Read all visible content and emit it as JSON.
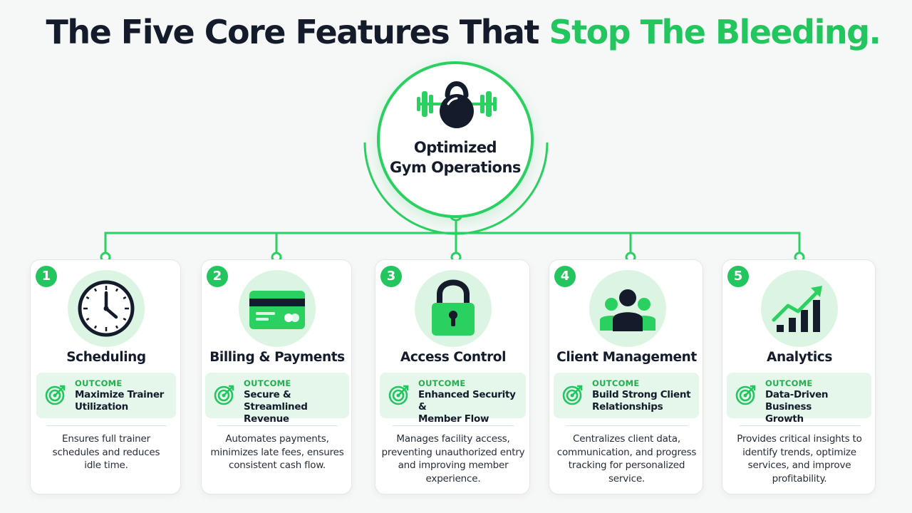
{
  "title": {
    "part1": "The Five Core Features That ",
    "part2": "Stop The Bleeding."
  },
  "hub": {
    "line1": "Optimized",
    "line2": "Gym Operations",
    "icon": "kettlebell-dumbbell-icon"
  },
  "colors": {
    "accent": "#22c55e",
    "dark": "#141b2b",
    "soft": "#dcf5e3"
  },
  "features": [
    {
      "number": "1",
      "title": "Scheduling",
      "icon": "clock-icon",
      "outcome_label": "OUTCOME",
      "outcome_line1": "Maximize Trainer",
      "outcome_line2": "Utilization",
      "desc_line1": "Ensures full trainer",
      "desc_line2": "schedules and reduces",
      "desc_line3": "idle time.",
      "desc_line4": ""
    },
    {
      "number": "2",
      "title": "Billing & Payments",
      "icon": "credit-card-icon",
      "outcome_label": "OUTCOME",
      "outcome_line1": "Secure & Streamlined",
      "outcome_line2": "Revenue",
      "desc_line1": "Automates payments,",
      "desc_line2": "minimizes late fees, ensures",
      "desc_line3": "consistent cash flow.",
      "desc_line4": ""
    },
    {
      "number": "3",
      "title": "Access Control",
      "icon": "padlock-icon",
      "outcome_label": "OUTCOME",
      "outcome_line1": "Enhanced Security &",
      "outcome_line2": "Member Flow",
      "desc_line1": "Manages facility access,",
      "desc_line2": "preventing unauthorized entry",
      "desc_line3": "and improving member",
      "desc_line4": "experience."
    },
    {
      "number": "4",
      "title": "Client Management",
      "icon": "people-group-icon",
      "outcome_label": "OUTCOME",
      "outcome_line1": "Build Strong Client",
      "outcome_line2": "Relationships",
      "desc_line1": "Centralizes client data,",
      "desc_line2": "communication, and progress",
      "desc_line3": "tracking for personalized",
      "desc_line4": "service."
    },
    {
      "number": "5",
      "title": "Analytics",
      "icon": "growth-chart-icon",
      "outcome_label": "OUTCOME",
      "outcome_line1": "Data-Driven Business",
      "outcome_line2": "Growth",
      "desc_line1": "Provides critical insights to",
      "desc_line2": "identify trends, optimize",
      "desc_line3": "services, and improve",
      "desc_line4": "profitability."
    }
  ]
}
